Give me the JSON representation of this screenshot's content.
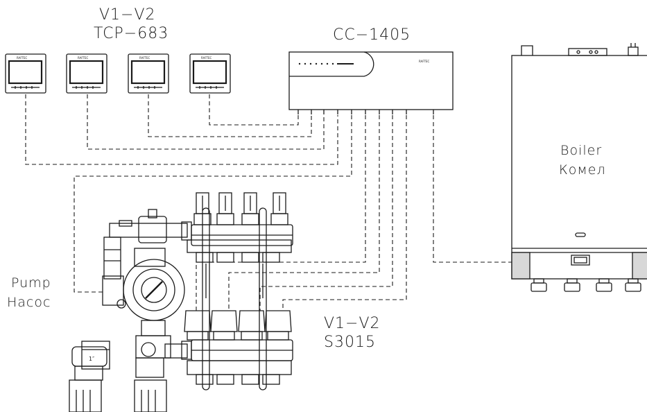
{
  "thermostats": {
    "line1": "V1−V2",
    "line2": "TCP−683",
    "brand": "RAFTEC",
    "count": 4
  },
  "controller": {
    "model": "CC−1405",
    "brand": "RAFTEC"
  },
  "boiler": {
    "line1": "Boiler",
    "line2": "Комел"
  },
  "pump": {
    "line1": "Pump",
    "line2": "Насос",
    "fitting_mark": "1″"
  },
  "actuators": {
    "line1": "V1−V2",
    "line2": "S3015"
  },
  "colors": {
    "line": "#1a1a1a",
    "background": "#ffffff",
    "shade": "#d8d8d8"
  }
}
